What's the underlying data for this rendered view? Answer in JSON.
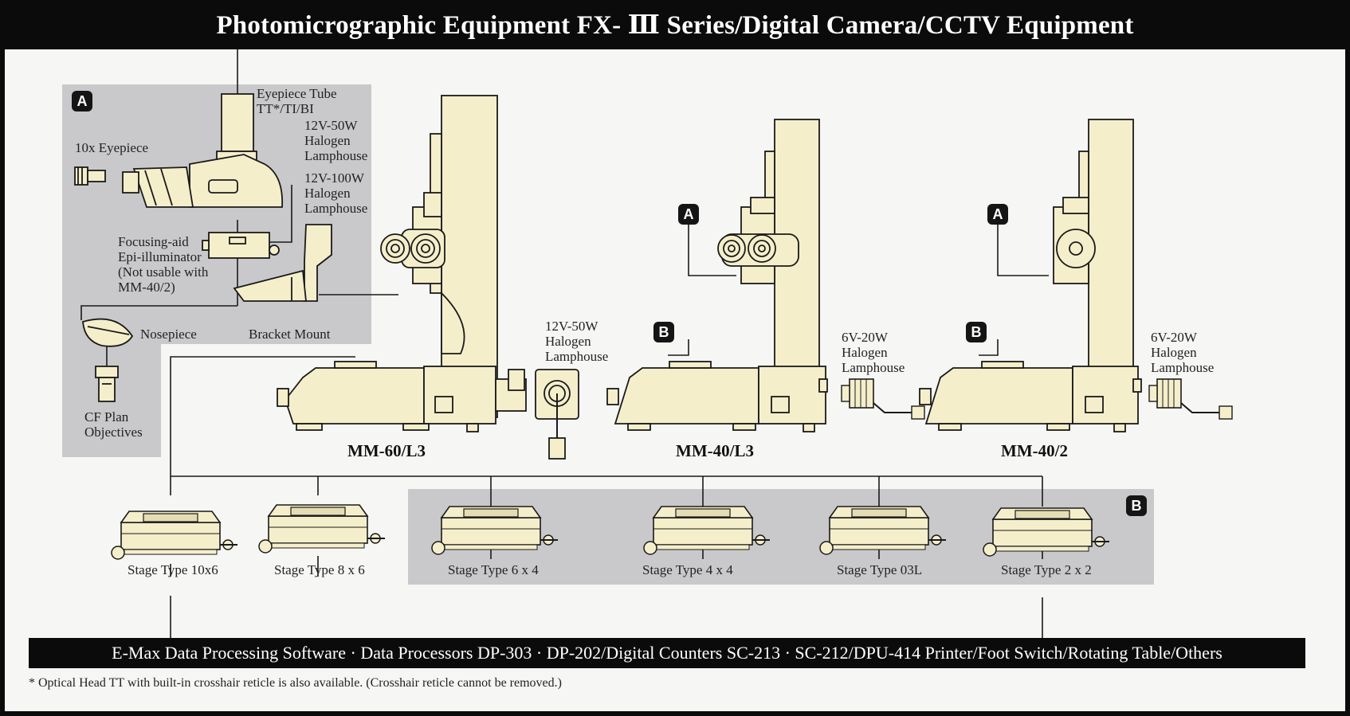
{
  "title": "Photomicrographic Equipment FX- Ⅲ Series/Digital Camera/CCTV Equipment",
  "colors": {
    "background": "#0b0b0b",
    "panel": "#f6f6f4",
    "inset": "#c9c9cb",
    "equipment": "#f4eecb",
    "outline": "#1a1a1a"
  },
  "badges": {
    "a": "A",
    "b": "B"
  },
  "accessories": {
    "eyepiece_tube": "Eyepiece Tube",
    "eyepiece_tube_types": "TT*/TI/BI",
    "ten_x_eyepiece": "10x Eyepiece",
    "lamphouse_50w": [
      "12V-50W",
      "Halogen",
      "Lamphouse"
    ],
    "lamphouse_100w": [
      "12V-100W",
      "Halogen",
      "Lamphouse"
    ],
    "epi_illuminator": [
      "Focusing-aid",
      "Epi-illuminator",
      "(Not usable with",
      "MM-40/2)"
    ],
    "nosepiece": "Nosepiece",
    "bracket_mount": "Bracket Mount",
    "cf_plan_objectives": [
      "CF Plan",
      "Objectives"
    ]
  },
  "models": [
    {
      "name": "MM-60/L3",
      "lamphouse": [
        "12V-50W",
        "Halogen",
        "Lamphouse"
      ]
    },
    {
      "name": "MM-40/L3",
      "lamphouse": [
        "6V-20W",
        "Halogen",
        "Lamphouse"
      ]
    },
    {
      "name": "MM-40/2",
      "lamphouse": [
        "6V-20W",
        "Halogen",
        "Lamphouse"
      ]
    }
  ],
  "stages": [
    "Stage Type 10x6",
    "Stage Type 8 x 6",
    "Stage Type 6 x 4",
    "Stage Type 4 x 4",
    "Stage Type 03L",
    "Stage Type 2 x 2"
  ],
  "bottom_bar": "E-Max Data Processing Software · Data Processors DP-303 · DP-202/Digital Counters SC-213 · SC-212/DPU-414 Printer/Foot Switch/Rotating Table/Others",
  "footnote": "* Optical Head TT with built-in crosshair reticle is also available. (Crosshair reticle cannot be removed.)"
}
